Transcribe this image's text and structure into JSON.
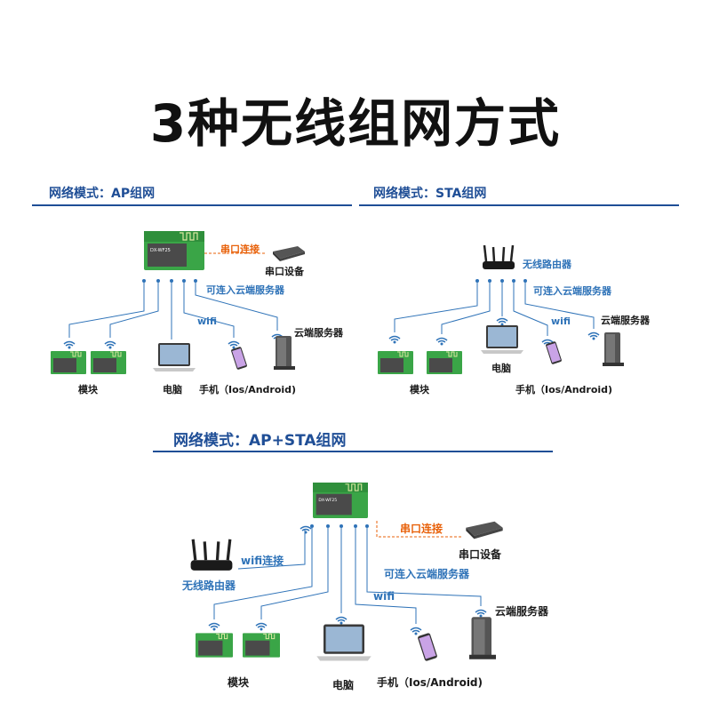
{
  "title": "3种无线组网方式",
  "sections": {
    "ap": {
      "heading": "网络模式：AP组网",
      "serial_link": "串口连接",
      "serial_device": "串口设备",
      "cloud_link": "可连入云端服务器",
      "wifi": "wifi",
      "cloud_server": "云端服务器",
      "module": "模块",
      "computer": "电脑",
      "phone": "手机（Ios/Android)"
    },
    "sta": {
      "heading": "网络模式：STA组网",
      "router": "无线路由器",
      "cloud_link": "可连入云端服务器",
      "wifi": "wifi",
      "cloud_server": "云端服务器",
      "module": "模块",
      "computer": "电脑",
      "phone": "手机（Ios/Android)"
    },
    "apsta": {
      "heading": "网络模式：AP+STA组网",
      "serial_link": "串口连接",
      "serial_device": "串口设备",
      "wifi_link": "wifi连接",
      "router": "无线路由器",
      "cloud_link": "可连入云端服务器",
      "wifi": "wifi",
      "cloud_server": "云端服务器",
      "module": "模块",
      "computer": "电脑",
      "phone": "手机（Ios/Android)"
    }
  },
  "module_chip_text": "DX-WF25",
  "colors": {
    "section_blue": "#1f4e96",
    "link_blue": "#2f73b8",
    "serial_orange": "#e8610a",
    "module_green": "#3aa547"
  }
}
